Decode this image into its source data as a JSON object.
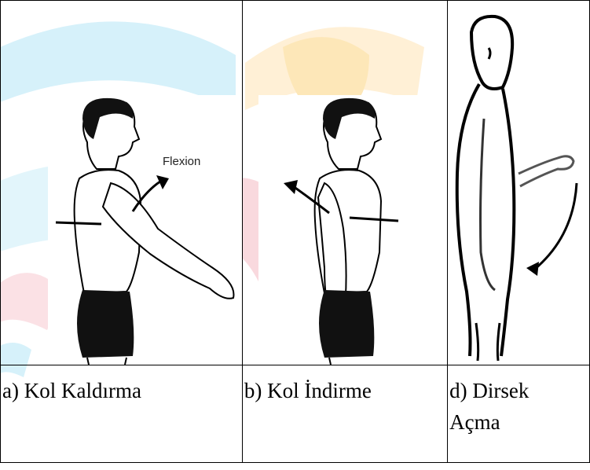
{
  "figure": {
    "cells": [
      {
        "caption": "a) Kol Kaldırma",
        "arrow_label": "Flexion"
      },
      {
        "caption": "b) Kol İndirme"
      },
      {
        "caption_line1": "d) Dirsek",
        "caption_line2": "Açma"
      }
    ]
  },
  "colors": {
    "watermark_cyan": "#bfe9f7",
    "watermark_pink": "#f7c9cf",
    "watermark_yellow": "#fde7b8",
    "line": "#000000"
  }
}
